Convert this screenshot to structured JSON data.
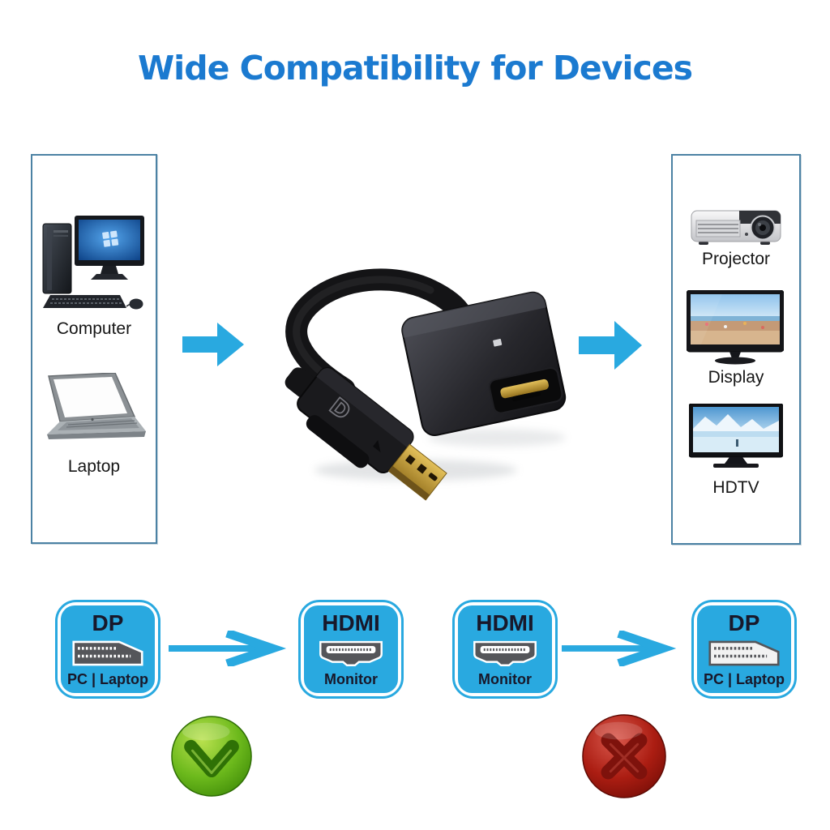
{
  "title": "Wide Compatibility for Devices",
  "colors": {
    "title_blue": "#1b7ad0",
    "accent_cyan": "#29a9e0",
    "panel_border": "#4c82a4",
    "badge_text": "#18182a",
    "success_green": "#4c9410",
    "error_red": "#a81c10"
  },
  "source_panel": {
    "items": [
      {
        "label": "Computer",
        "icon": "desktop-computer"
      },
      {
        "label": "Laptop",
        "icon": "laptop"
      }
    ]
  },
  "target_panel": {
    "items": [
      {
        "label": "Projector",
        "icon": "projector"
      },
      {
        "label": "Display",
        "icon": "monitor-display"
      },
      {
        "label": "HDTV",
        "icon": "hdtv"
      }
    ]
  },
  "adapter": {
    "description": "DisplayPort male to HDMI female adapter cable",
    "plug_label": "D"
  },
  "compatibility": [
    {
      "from": {
        "title": "DP",
        "subtitle": "PC | Laptop",
        "icon": "dp-connector"
      },
      "to": {
        "title": "HDMI",
        "subtitle": "Monitor",
        "icon": "hdmi-connector"
      },
      "result": "supported"
    },
    {
      "from": {
        "title": "HDMI",
        "subtitle": "Monitor",
        "icon": "hdmi-connector"
      },
      "to": {
        "title": "DP",
        "subtitle": "PC | Laptop",
        "icon": "dp-connector"
      },
      "result": "not-supported"
    }
  ]
}
